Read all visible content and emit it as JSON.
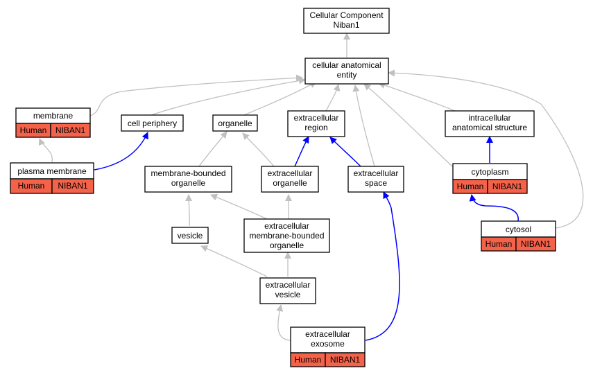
{
  "diagram": {
    "colors": {
      "neutral_edge": "#c0c0c0",
      "highlight_edge": "#0000ff",
      "annotation_fill": "#f4624a"
    },
    "nodes": {
      "root": {
        "line1": "Cellular Component",
        "line2": "Niban1"
      },
      "cae": {
        "line1": "cellular anatomical",
        "line2": "entity"
      },
      "membrane": {
        "label": "membrane",
        "species": "Human",
        "gene": "NIBAN1"
      },
      "cell_periphery": {
        "label": "cell periphery"
      },
      "organelle": {
        "label": "organelle"
      },
      "extracellular_region": {
        "line1": "extracellular",
        "line2": "region"
      },
      "intracellular": {
        "line1": "intracellular",
        "line2": "anatomical structure"
      },
      "plasma_membrane": {
        "label": "plasma membrane",
        "species": "Human",
        "gene": "NIBAN1"
      },
      "membrane_bounded": {
        "line1": "membrane-bounded",
        "line2": "organelle"
      },
      "ec_organelle": {
        "line1": "extracellular",
        "line2": "organelle"
      },
      "ec_space": {
        "line1": "extracellular",
        "line2": "space"
      },
      "cytoplasm": {
        "label": "cytoplasm",
        "species": "Human",
        "gene": "NIBAN1"
      },
      "vesicle": {
        "label": "vesicle"
      },
      "ec_mb_organelle": {
        "line1": "extracellular",
        "line2": "membrane-bounded",
        "line3": "organelle"
      },
      "cytosol": {
        "label": "cytosol",
        "species": "Human",
        "gene": "NIBAN1"
      },
      "ec_vesicle": {
        "line1": "extracellular",
        "line2": "vesicle"
      },
      "ec_exosome": {
        "line1": "extracellular",
        "line2": "exosome",
        "species": "Human",
        "gene": "NIBAN1"
      }
    }
  }
}
